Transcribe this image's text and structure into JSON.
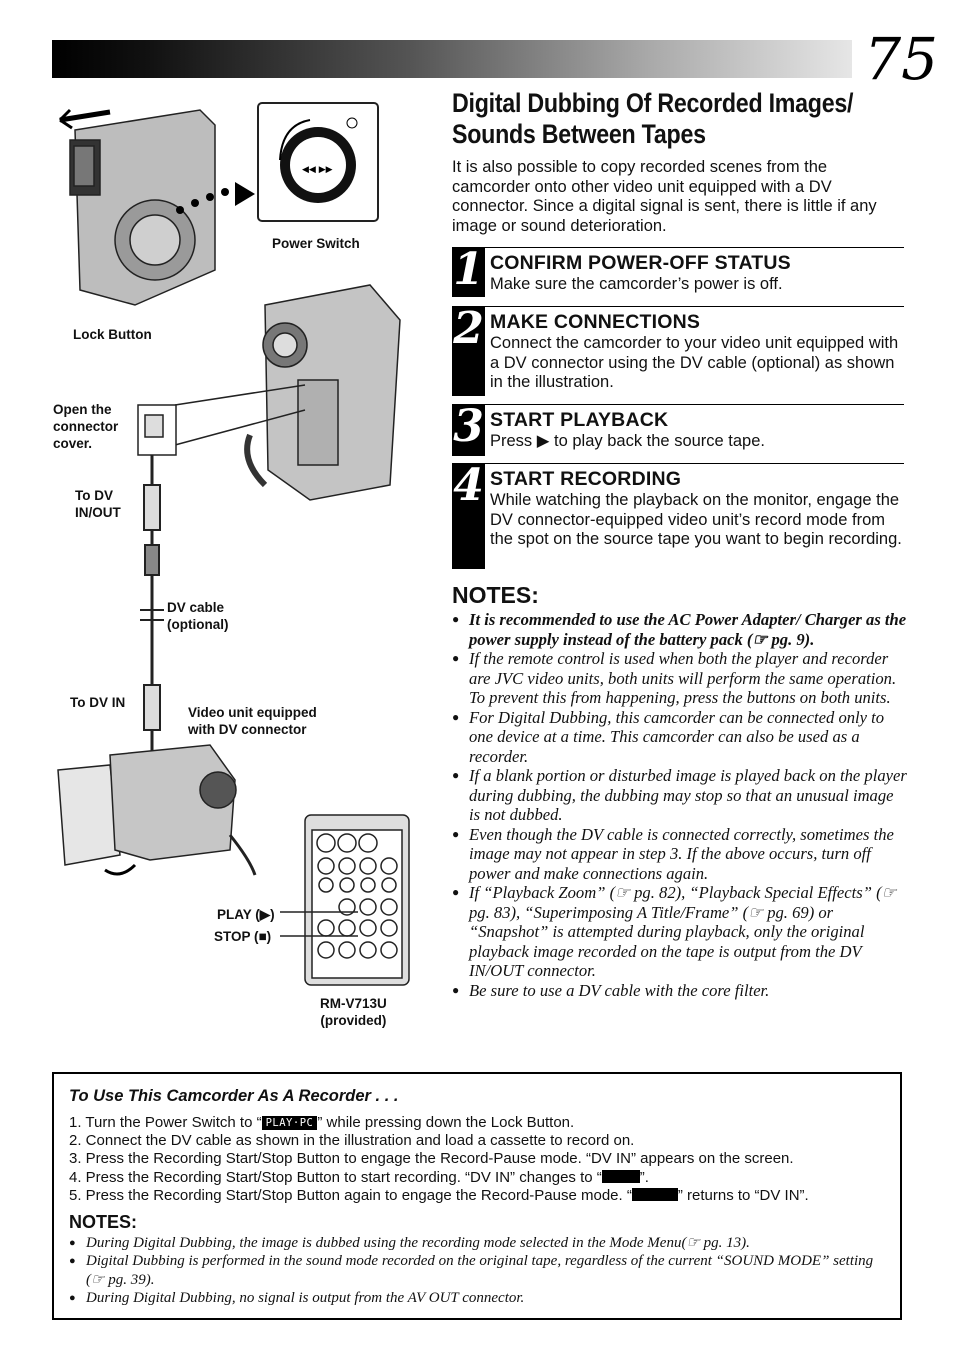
{
  "page_number": "75",
  "illustration": {
    "labels": {
      "power_switch": "Power Switch",
      "lock_button": "Lock Button",
      "open_cover": "Open the\nconnector\ncover.",
      "to_dv_inout": "To DV\nIN/OUT",
      "dv_cable": "DV cable\n(optional)",
      "to_dv_in": "To DV IN",
      "video_unit": "Video unit equipped\nwith DV connector",
      "play": "PLAY (▶)",
      "stop": "STOP (■)",
      "remote": "RM-V713U\n(provided)"
    }
  },
  "section": {
    "title": "Digital Dubbing Of Recorded Images/\nSounds Between Tapes",
    "intro": "It is also possible to copy recorded scenes from the camcorder onto other video unit equipped with a DV connector. Since a digital signal is sent, there is little if any image or sound deterioration."
  },
  "steps": [
    {
      "num": "1",
      "heading": "CONFIRM POWER-OFF STATUS",
      "text": "Make sure the camcorder’s power is off."
    },
    {
      "num": "2",
      "heading": "MAKE CONNECTIONS",
      "text": "Connect the camcorder to your video unit equipped with a DV connector using the DV cable (optional) as shown in the illustration."
    },
    {
      "num": "3",
      "heading": "START PLAYBACK",
      "text": "Press ▶ to play back the source tape."
    },
    {
      "num": "4",
      "heading": "START RECORDING",
      "text": "While watching the playback on the monitor, engage the DV connector-equipped video unit’s record mode from the spot on the source tape you want to begin recording."
    }
  ],
  "notes": {
    "heading": "NOTES:",
    "items": [
      "It is recommended to use the AC Power Adapter/ Charger as the power supply instead of the battery pack (☞ pg. 9).",
      "If the remote control is used when both the player and recorder are JVC video units, both units will perform the same operation. To prevent this from happening, press the buttons on both units.",
      "For Digital Dubbing, this camcorder can be connected only to one device at a time. This camcorder can also be used as a recorder.",
      "If a blank portion or disturbed image is played back on the player during dubbing, the dubbing may stop so that an unusual image is not dubbed.",
      "Even though the DV cable is connected correctly, sometimes the image may not appear in step 3. If the above occurs, turn off power and make connections again.",
      "If “Playback Zoom” (☞ pg. 82), “Playback Special Effects” (☞ pg. 83), “Superimposing A Title/Frame” (☞ pg. 69) or “Snapshot” is attempted during playback, only the original playback image recorded on the tape is output from the DV IN/OUT connector.",
      "Be sure to use a DV cable with the core filter."
    ]
  },
  "recorder_box": {
    "title": "To Use This Camcorder As A Recorder . . .",
    "osd_play_pc": "PLAY·PC",
    "steps": {
      "s1_pre": "1. Turn the Power Switch to “",
      "s1_post": "” while pressing down the Lock Button.",
      "s2": "2. Connect the DV cable as shown in the illustration and load a cassette to record on.",
      "s3": "3. Press the Recording Start/Stop Button to engage the Record-Pause mode. “DV IN” appears on the screen.",
      "s4_pre": "4. Press the Recording Start/Stop Button to start recording. “DV IN” changes to “",
      "s4_post": "”.",
      "s5_pre": "5. Press the Recording Start/Stop Button again to engage the Record-Pause mode. “",
      "s5_post": "” returns to “DV IN”."
    },
    "notes_heading": "NOTES:",
    "notes": [
      "During Digital Dubbing, the image is dubbed using the recording mode selected in the Mode Menu(☞ pg. 13).",
      "Digital Dubbing is performed in the sound mode recorded on the original tape, regardless of the current “SOUND MODE” setting (☞ pg. 39).",
      "During Digital Dubbing, no signal is output from the AV OUT connector."
    ]
  }
}
